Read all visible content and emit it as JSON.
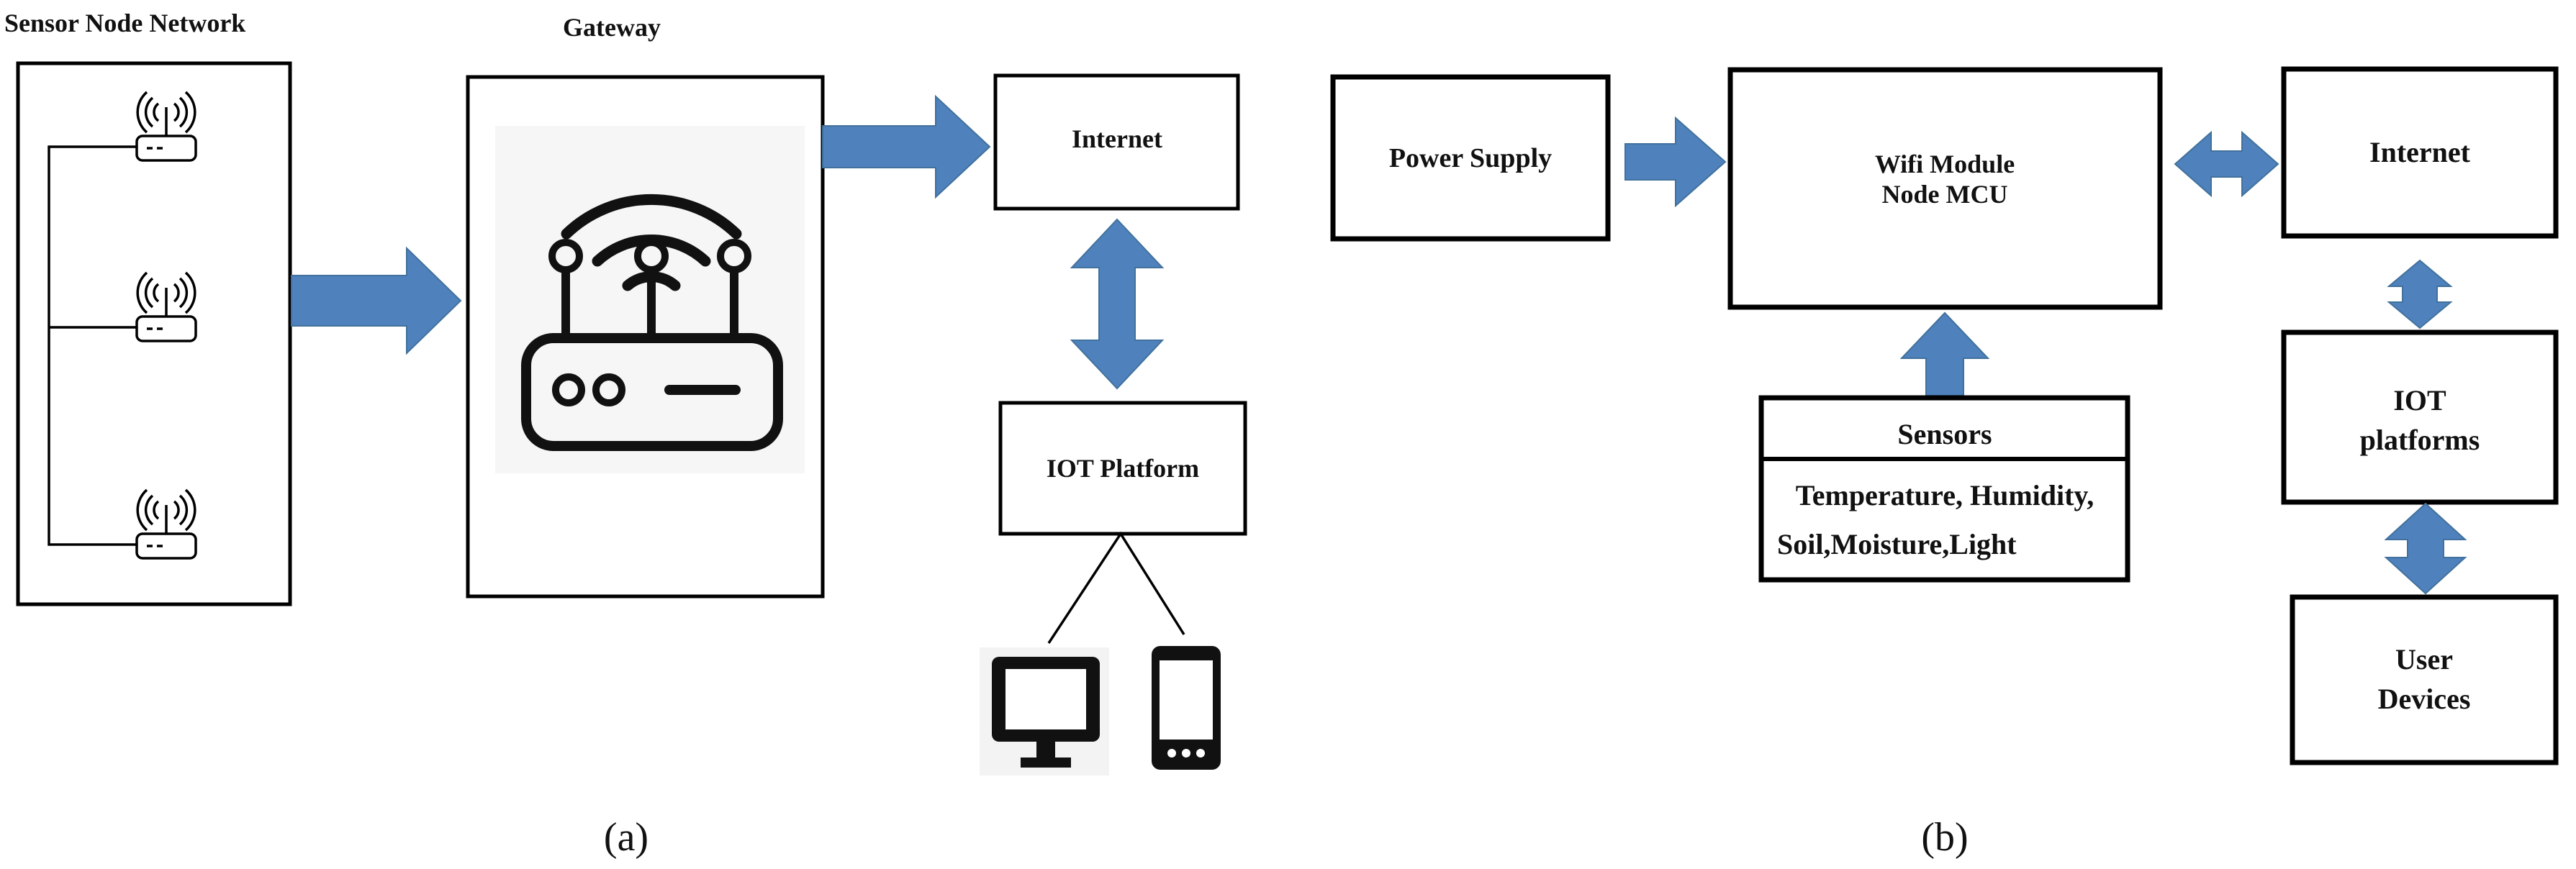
{
  "panel_a": {
    "sensor_network_label": "Sensor Node Network",
    "gateway_label": "Gateway",
    "internet_label": "Internet",
    "iot_platform_label": "IOT Platform",
    "caption": "(a)"
  },
  "panel_b": {
    "power_supply_label": "Power Supply",
    "wifi_module_line1": "Wifi Module",
    "wifi_module_line2": "Node MCU",
    "sensors_title": "Sensors",
    "sensors_list_line1": "Temperature, Humidity,",
    "sensors_list_line2": "Soil,Moisture,Light",
    "internet_label": "Internet",
    "iot_platforms_line1": "IOT",
    "iot_platforms_line2": "platforms",
    "user_devices_line1": "User",
    "user_devices_line2": "Devices",
    "caption": "(b)"
  },
  "colors": {
    "arrow_fill": "#4f81bd",
    "stroke": "#000000"
  },
  "icons": [
    "wifi-node-icon",
    "router-icon",
    "desktop-monitor-icon",
    "smartphone-icon"
  ]
}
